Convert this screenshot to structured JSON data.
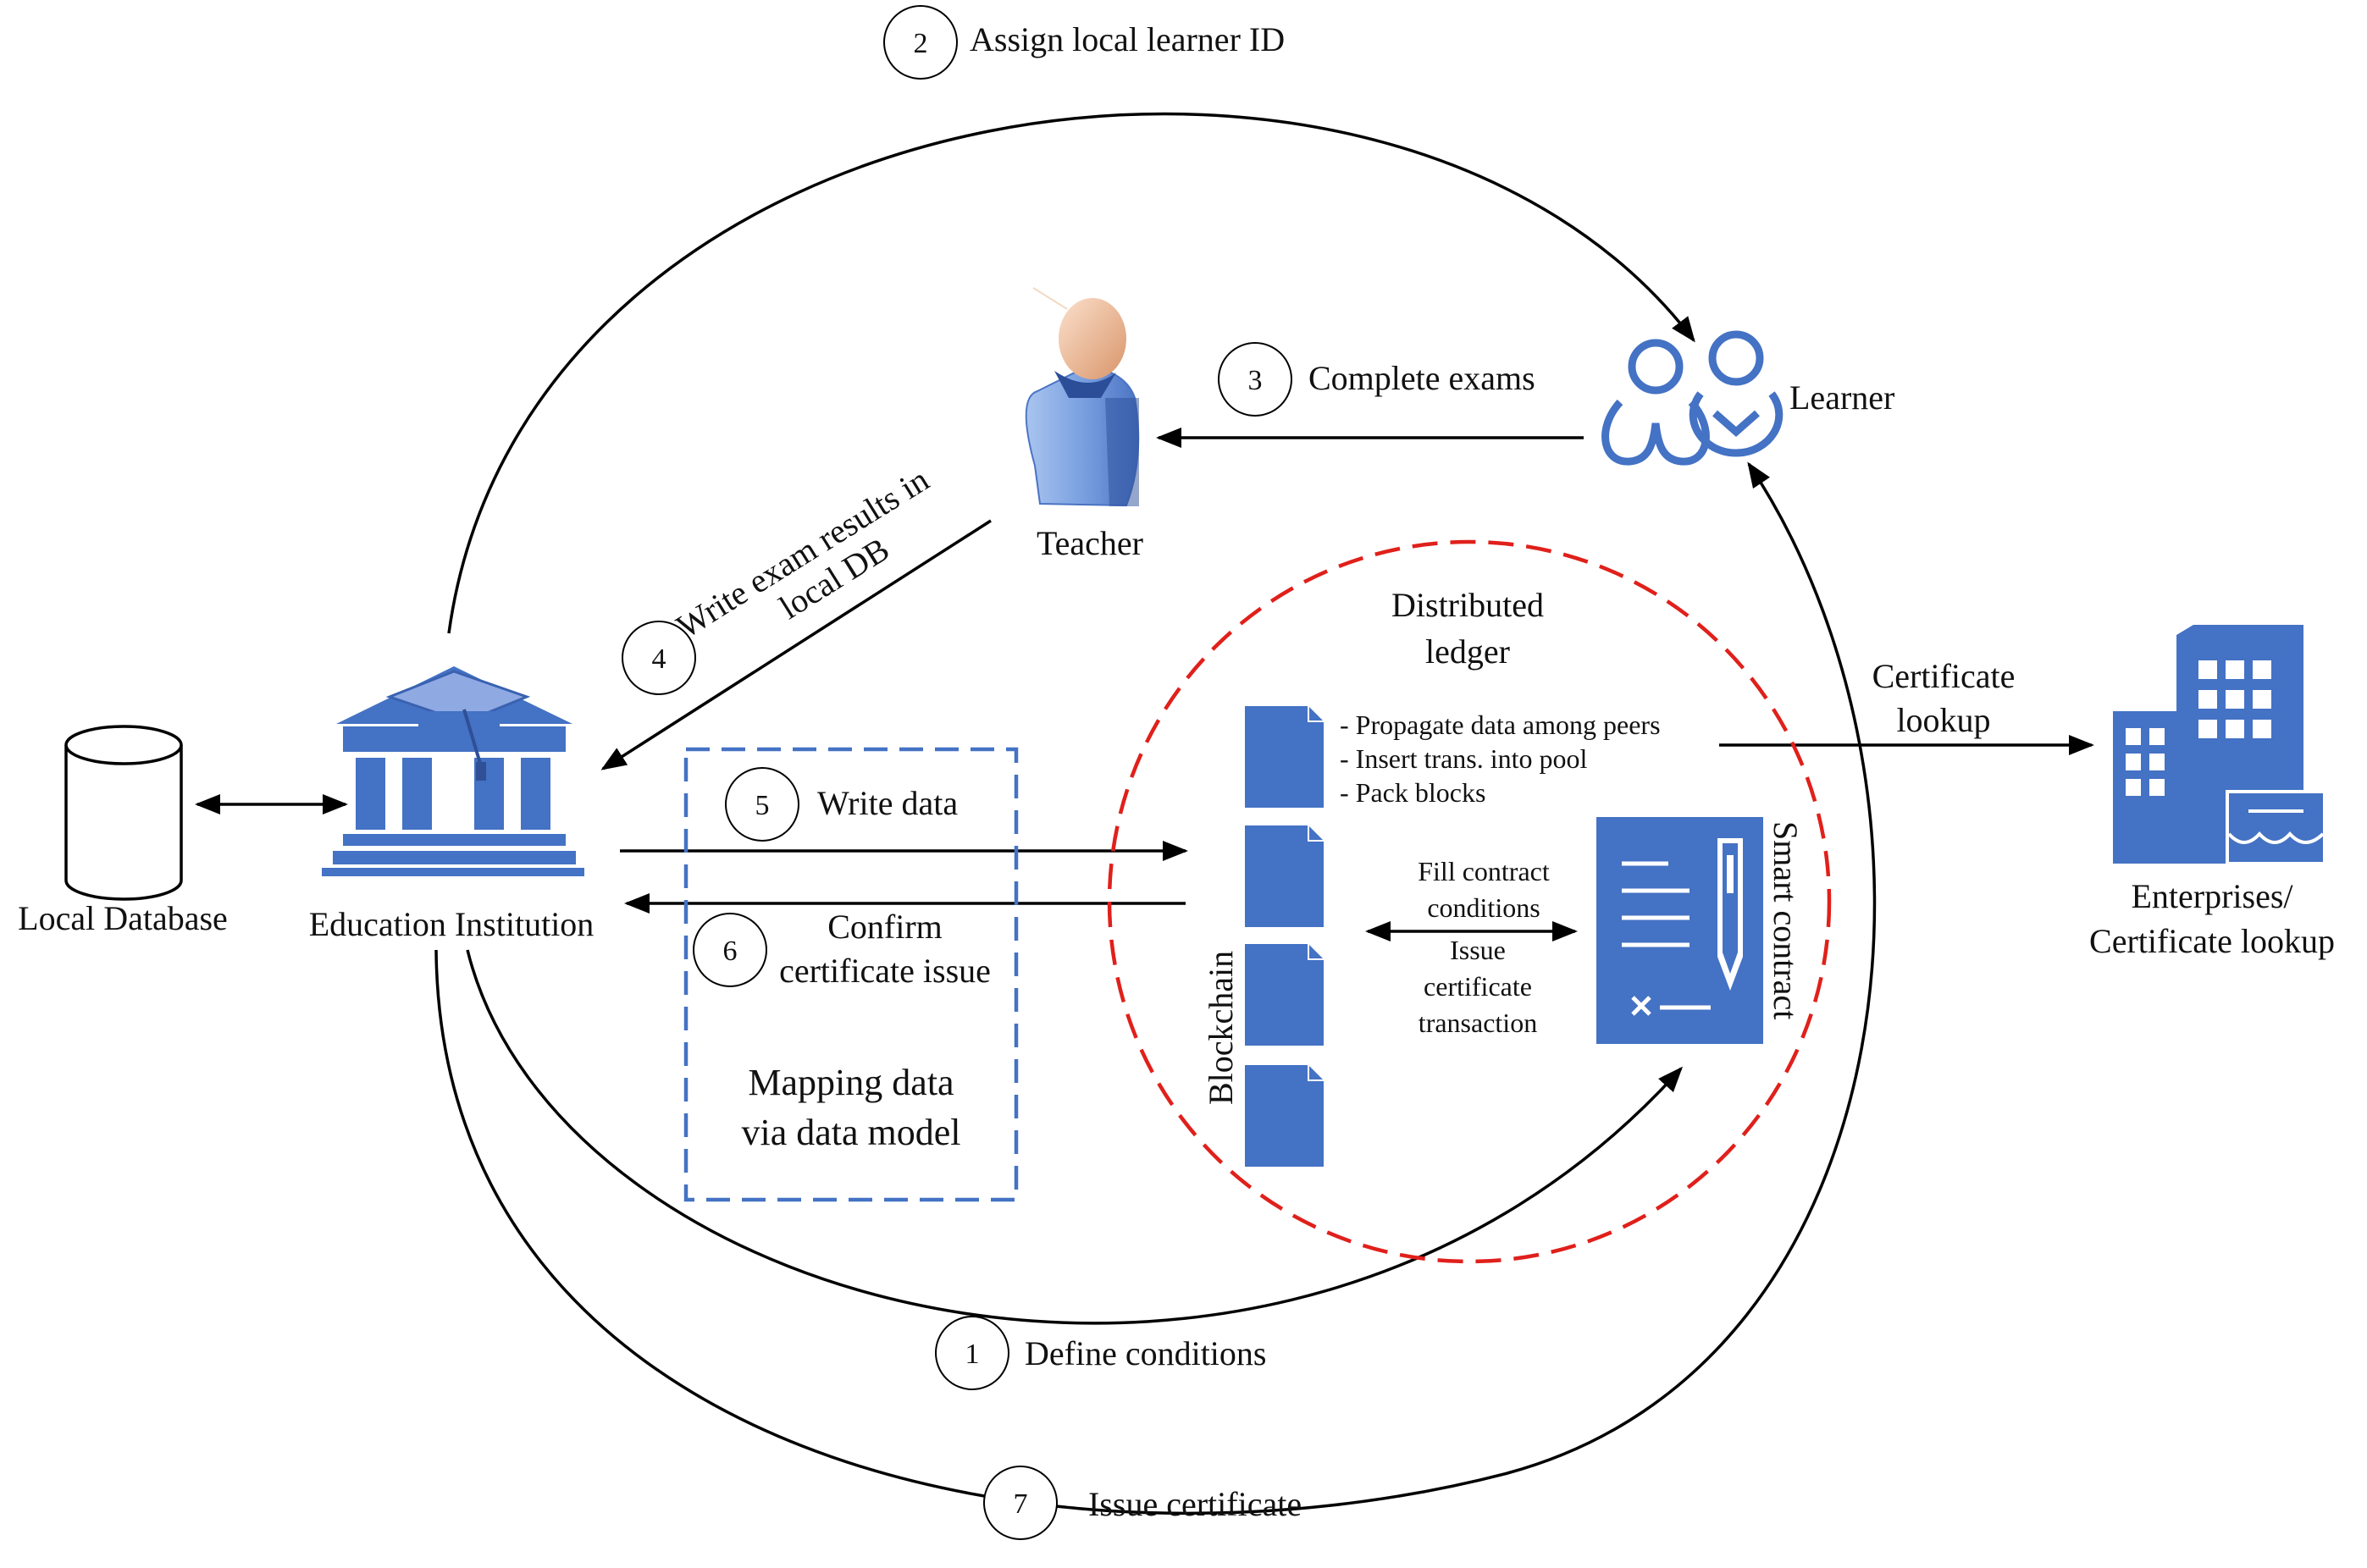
{
  "nodes": {
    "local_database": "Local Database",
    "education_institution": "Education Institution",
    "teacher": "Teacher",
    "learner": "Learner",
    "enterprises_line1": "Enterprises/",
    "enterprises_line2": "Certificate lookup",
    "blockchain": "Blockchain",
    "smart_contract": "Smart contract",
    "distributed_ledger_line1": "Distributed",
    "distributed_ledger_line2": "ledger"
  },
  "steps": [
    {
      "number": "1",
      "label": "Define conditions"
    },
    {
      "number": "2",
      "label": "Assign local learner ID"
    },
    {
      "number": "3",
      "label": "Complete exams"
    },
    {
      "number": "4",
      "label_line1": "Write exam results in",
      "label_line2": "local DB"
    },
    {
      "number": "5",
      "label": "Write data"
    },
    {
      "number": "6",
      "label_line1": "Confirm",
      "label_line2": "certificate issue"
    },
    {
      "number": "7",
      "label": "Issue certificate"
    }
  ],
  "mapping_box": {
    "line1": "Mapping data",
    "line2": "via data model"
  },
  "ledger_ops": [
    "- Propagate data among peers",
    "- Insert trans. into pool",
    "- Pack blocks"
  ],
  "contract_labels": {
    "fill_line1": "Fill contract",
    "fill_line2": "conditions",
    "issue_line1": "Issue",
    "issue_line2": "certificate",
    "issue_line3": "transaction"
  },
  "lookup": {
    "line1": "Certificate",
    "line2": "lookup"
  },
  "colors": {
    "accent_blue": "#4472C4",
    "ledger_red": "#E0201B",
    "line": "#000000"
  }
}
